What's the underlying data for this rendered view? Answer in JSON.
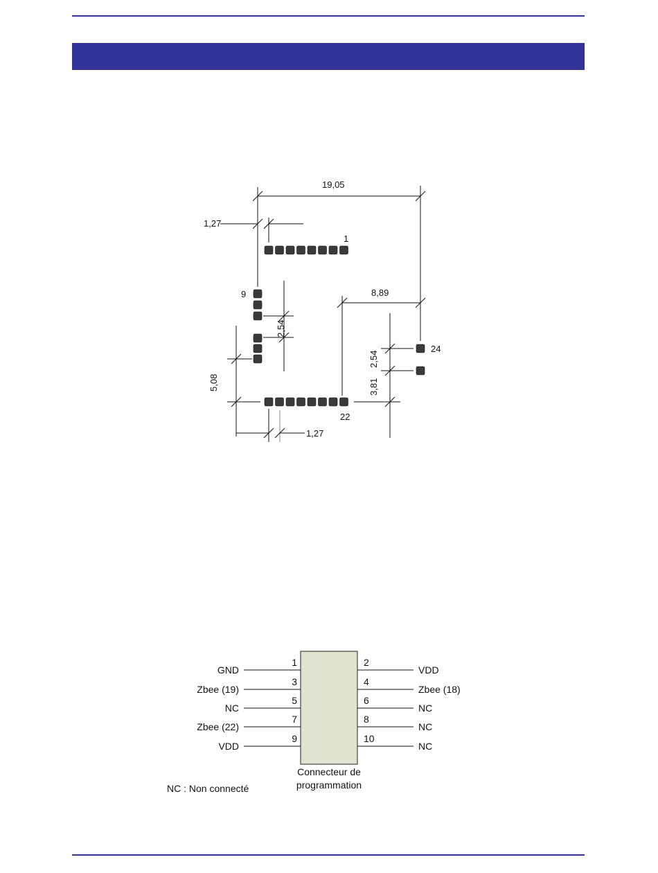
{
  "colors": {
    "accent": "#333399",
    "pad": "#3a3a3a",
    "connector_body": "#dde3cc"
  },
  "footprint": {
    "dimensions": {
      "overall_width": "19,05",
      "pad_pitch_top": "1,27",
      "pitch_left": "2,54",
      "offset_right": "8,89",
      "pitch_right": "2,54",
      "offset_bottom_right": "3,81",
      "height_left": "5,08",
      "pad_pitch_bottom": "1,27"
    },
    "pin_labels": {
      "top_row": "1",
      "left_column": "9",
      "right_column": "24",
      "bottom_row": "22"
    }
  },
  "connector": {
    "title_line1": "Connecteur de",
    "title_line2": "programmation",
    "left_pins": [
      {
        "number": "1",
        "signal": "GND"
      },
      {
        "number": "3",
        "signal": "Zbee (19)"
      },
      {
        "number": "5",
        "signal": "NC"
      },
      {
        "number": "7",
        "signal": "Zbee (22)"
      },
      {
        "number": "9",
        "signal": "VDD"
      }
    ],
    "right_pins": [
      {
        "number": "2",
        "signal": "VDD"
      },
      {
        "number": "4",
        "signal": "Zbee (18)"
      },
      {
        "number": "6",
        "signal": "NC"
      },
      {
        "number": "8",
        "signal": "NC"
      },
      {
        "number": "10",
        "signal": "NC"
      }
    ],
    "note": "NC : Non connecté"
  }
}
